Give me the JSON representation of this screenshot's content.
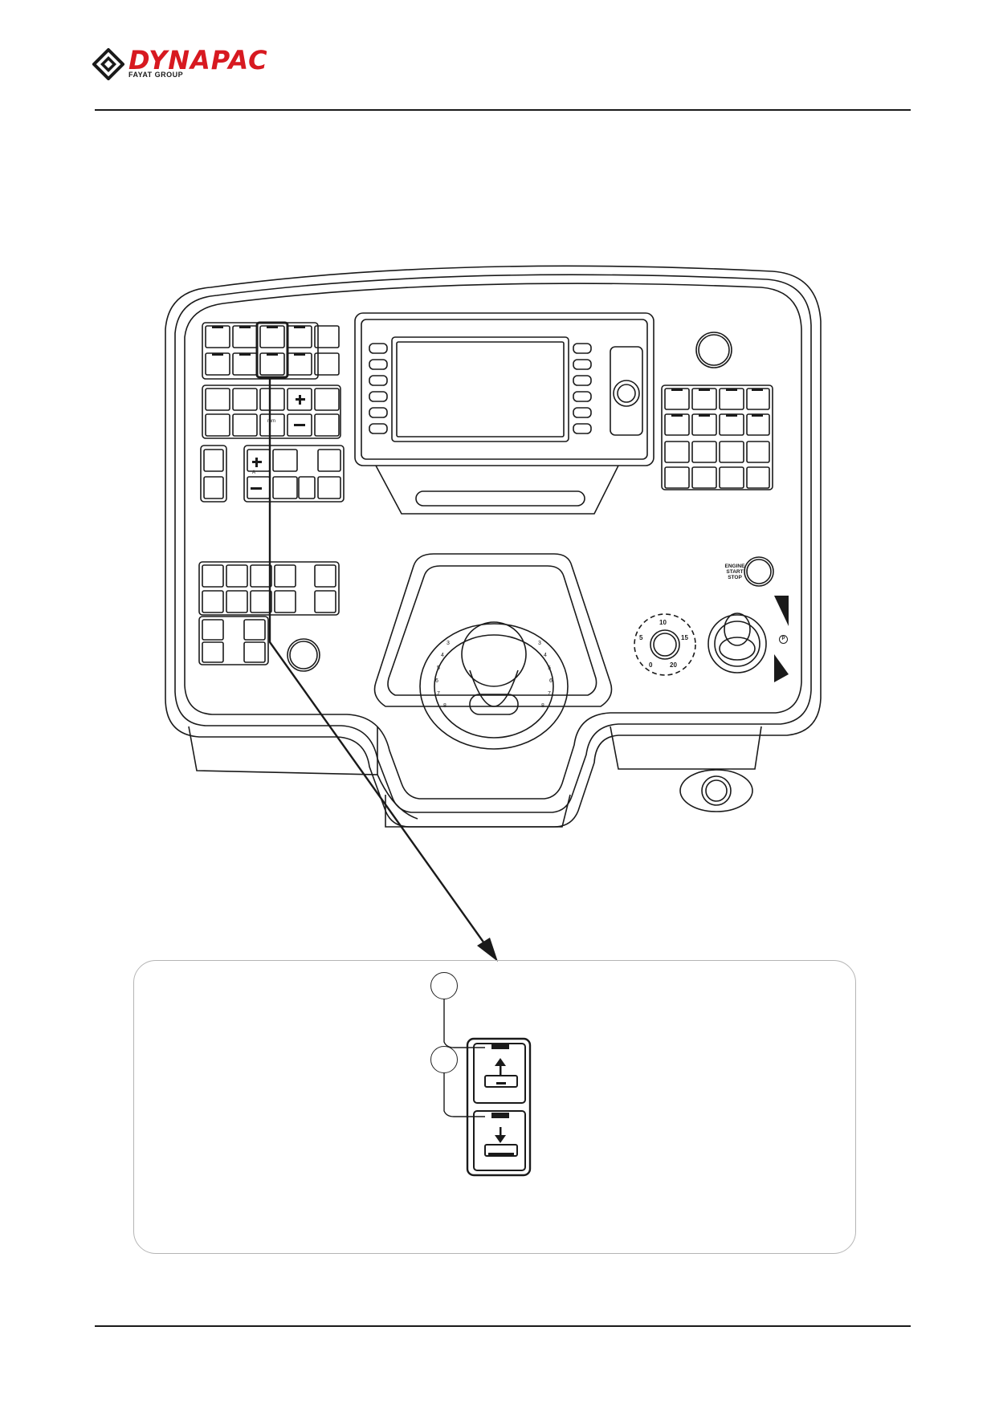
{
  "header": {
    "brand": "DYNAPAC",
    "brand_sub": "FAYAT GROUP",
    "brand_color": "#d71920",
    "logo_icon": "dynapac-diamond-logo-icon"
  },
  "panel": {
    "engine_button_label": [
      "ENGINE",
      "START",
      "STOP"
    ],
    "dial_ticks": [
      "10",
      "5",
      "15",
      "0",
      "20"
    ],
    "jog_scale_left": [
      "3",
      "4",
      "5",
      "6",
      "7",
      "8"
    ],
    "jog_scale_right": [
      "3",
      "4",
      "5",
      "6",
      "7",
      "8"
    ],
    "panel_small_labels": [
      "mm",
      "A",
      "P"
    ],
    "icons": [
      "lock-icon",
      "screed-icon",
      "screed-raise-lower-icon",
      "auger-icon",
      "conveyor-icon",
      "plus-icon",
      "minus-icon",
      "horn-icon",
      "check-icon",
      "cross-icon",
      "wiper-icon",
      "work-light-icon",
      "rotary-knob-icon",
      "joystick-icon",
      "ignition-key-icon"
    ]
  },
  "inset": {
    "callouts": [
      "",
      ""
    ],
    "button_top_icon": "screed-raise-icon",
    "button_bottom_icon": "screed-lower-icon"
  },
  "colors": {
    "line": "#1a1a1a",
    "frame_light": "#b5b5b5"
  }
}
